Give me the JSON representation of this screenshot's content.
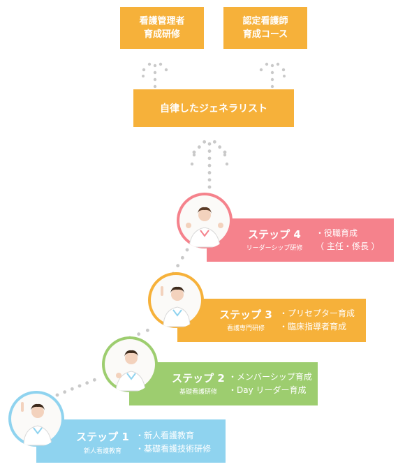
{
  "colors": {
    "orange": "#f6b13a",
    "pink": "#f5828c",
    "green": "#9dcd6f",
    "blue": "#8fd3ef",
    "dot": "#c9c9c9"
  },
  "top_boxes": [
    {
      "label": "看護管理者\n育成研修"
    },
    {
      "label": "認定看護師\n育成コース"
    }
  ],
  "generalist": {
    "label": "自律したジェネラリスト"
  },
  "steps": [
    {
      "title": "ステップ 4",
      "subtitle": "リーダーシップ研修",
      "items": [
        "・役職育成",
        "（ 主任・係長 ）"
      ],
      "color": "pink",
      "photo_icon": "nurse-photo"
    },
    {
      "title": "ステップ 3",
      "subtitle": "看護専門研修",
      "items": [
        "・プリセプター育成",
        "・臨床指導者育成"
      ],
      "color": "orange",
      "photo_icon": "nurse-photo"
    },
    {
      "title": "ステップ 2",
      "subtitle": "基礎看護研修",
      "items": [
        "・メンバーシップ育成",
        "・Day リーダー育成"
      ],
      "color": "green",
      "photo_icon": "nurse-photo"
    },
    {
      "title": "ステップ 1",
      "subtitle": "新人看護教育",
      "items": [
        "・新人看護教育",
        "・基礎看護技術研修"
      ],
      "color": "blue",
      "photo_icon": "nurse-photo"
    }
  ]
}
